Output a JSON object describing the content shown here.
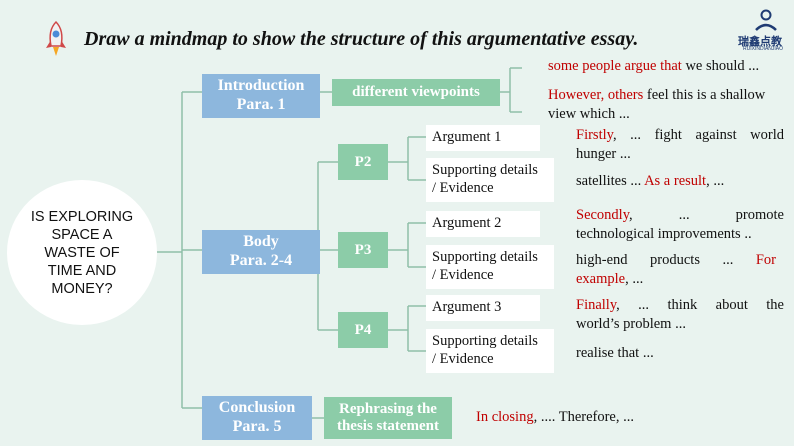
{
  "title": "Draw a mindmap to show the structure of this argumentative essay.",
  "logo": {
    "cn": "瑞鑫点教",
    "sub": "RUIXINDIANJIAO"
  },
  "topic": "IS EXPLORING SPACE A WASTE OF TIME AND MONEY?",
  "intro": {
    "label1": "Introduction",
    "label2": "Para. 1",
    "point": "different viewpoints"
  },
  "body": {
    "label1": "Body",
    "label2": "Para. 2-4"
  },
  "conclusion": {
    "label1": "Conclusion",
    "label2": "Para. 5",
    "point1": "Rephrasing the",
    "point2": "thesis statement"
  },
  "paragraphs": {
    "p2": "P2",
    "p3": "P3",
    "p4": "P4"
  },
  "nodes": {
    "arg1": "Argument 1",
    "arg2": "Argument 2",
    "arg3": "Argument 3",
    "sd1a": "Supporting details",
    "sd1b": "/ Evidence",
    "sd2a": "Supporting details",
    "sd2b": "/ Evidence",
    "sd3a": "Supporting details",
    "sd3b": "/ Evidence"
  },
  "notes": {
    "i1_red": "some people argue that",
    "i1_rest": " we should ...",
    "i2_red": "However, others",
    "i2_rest": " feel this is a shallow",
    "i2_line2": "view which ...",
    "a1_red": "Firstly",
    "a1_rest": ", ... fight against world",
    "a1_line2": "hunger ...",
    "s1_pre": "satellites ... ",
    "s1_red": "As a result",
    "s1_post": ", ...",
    "a2_red": "Secondly",
    "a2_rest": ", ... promote",
    "a2_line2": "technological improvements ..",
    "s2_pre": "high-end products ... ",
    "s2_red": "For",
    "s2_red2": "example",
    "s2_post": ", ...",
    "a3_red": "Finally",
    "a3_rest": ", ... think about the",
    "a3_line2": "world’s problem ...",
    "s3": "realise that ...",
    "c_red": "In closing",
    "c_rest": ", .... Therefore, ..."
  },
  "colors": {
    "blue_node": "#8db7dd",
    "green_node": "#8ccca8",
    "accent_red": "#c00000",
    "background": "#e9f3ef"
  }
}
